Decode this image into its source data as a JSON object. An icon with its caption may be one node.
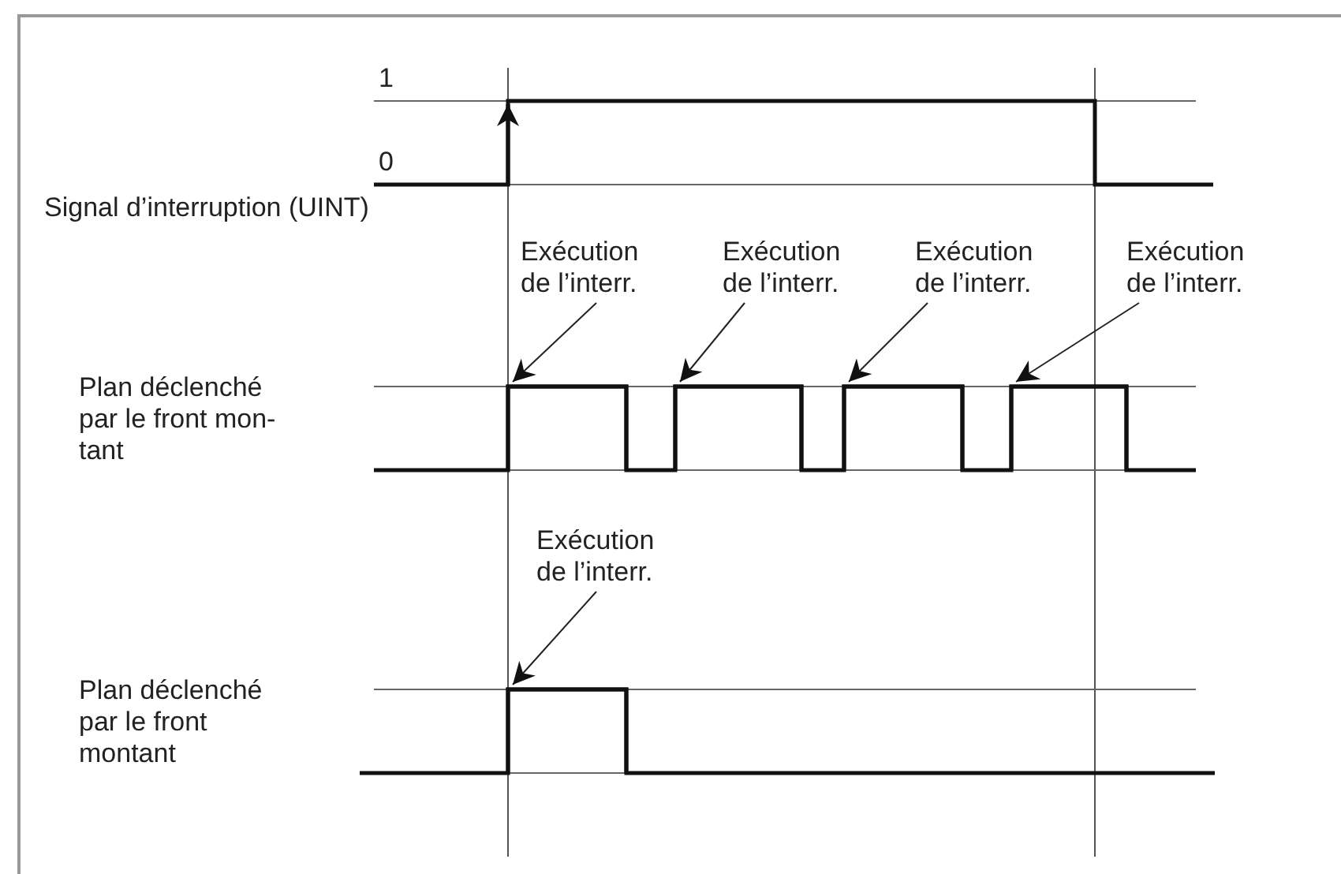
{
  "diagram": {
    "nodes": [
      {
        "text": [
          "Exécution de l’interr."
        ]
      },
      {
        "text": [
          "Exécution de l’interr."
        ]
      },
      {
        "text": [
          "Exécution de l’interr."
        ]
      },
      {
        "text": [
          "Exécution de l’interr."
        ]
      },
      {
        "text": [
          "Exécution de l’interr."
        ]
      },
      {
        "text": [],
        "shape": "box"
      },
      {
        "text": [],
        "shape": "box"
      },
      {
        "text": [],
        "shape": "box"
      },
      {
        "text": [],
        "shape": "box"
      },
      {
        "text": [],
        "shape": "box"
      }
    ],
    "edges": [
      {
        "from": 0,
        "to": 5,
        "arrow": "to"
      },
      {
        "from": 1,
        "to": 6,
        "arrow": "to"
      },
      {
        "from": 2,
        "to": 7,
        "arrow": "to"
      },
      {
        "from": 3,
        "to": 8,
        "arrow": "to"
      },
      {
        "from": 4,
        "to": 9,
        "arrow": "to"
      }
    ],
    "labels": [
      "1",
      "0",
      "Signal d’interruption (UINT)",
      "Plan déclenché par le front mon-tant",
      "Plan déclenché par le front montant"
    ]
  }
}
